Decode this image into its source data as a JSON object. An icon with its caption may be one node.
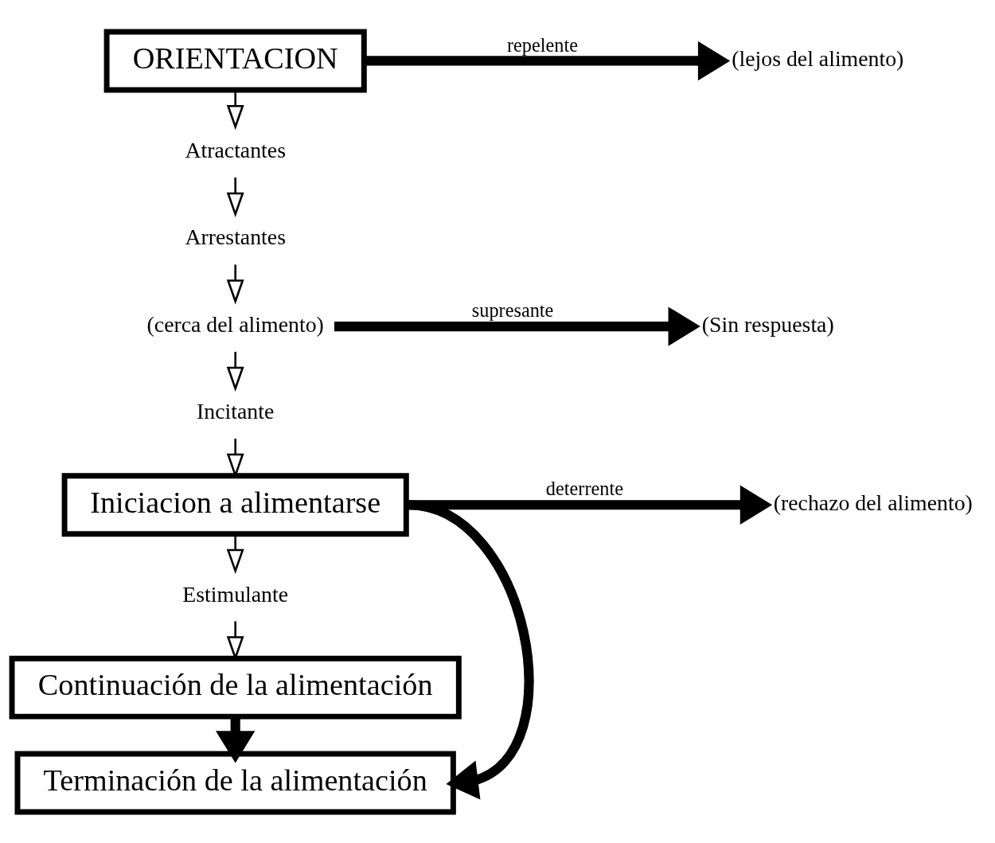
{
  "diagram": {
    "nodes": [
      {
        "text": [
          "ORIENTACION"
        ]
      },
      {
        "text": [
          "(lejos del alimento)"
        ]
      },
      {
        "text": [
          "Atractantes"
        ]
      },
      {
        "text": [
          "Arrestantes"
        ]
      },
      {
        "text": [
          "(cerca del alimento)"
        ]
      },
      {
        "text": [
          "(Sin respuesta)"
        ]
      },
      {
        "text": [
          "Incitante"
        ]
      },
      {
        "text": [
          "Iniciacion a alimentarse"
        ]
      },
      {
        "text": [
          "(rechazo del alimento)"
        ]
      },
      {
        "text": [
          "Estimulante"
        ]
      },
      {
        "text": [
          "Continuación de la alimentación"
        ]
      },
      {
        "text": [
          "Terminación de la alimentación"
        ]
      }
    ],
    "edges": [
      {
        "from": 0,
        "to": 1,
        "arrow": "to",
        "label": "repelente",
        "style": "thick"
      },
      {
        "from": 0,
        "to": 2,
        "arrow": "to"
      },
      {
        "from": 2,
        "to": 3,
        "arrow": "to"
      },
      {
        "from": 3,
        "to": 4,
        "arrow": "to"
      },
      {
        "from": 4,
        "to": 5,
        "arrow": "to",
        "label": "supresante",
        "style": "thick"
      },
      {
        "from": 4,
        "to": 6,
        "arrow": "to"
      },
      {
        "from": 6,
        "to": 7,
        "arrow": "to"
      },
      {
        "from": 7,
        "to": 8,
        "arrow": "to",
        "label": "deterrente",
        "style": "thick"
      },
      {
        "from": 7,
        "to": 9,
        "arrow": "to"
      },
      {
        "from": 9,
        "to": 10,
        "arrow": "to"
      },
      {
        "from": 10,
        "to": 11,
        "arrow": "to",
        "style": "thick"
      },
      {
        "from": 7,
        "to": 11,
        "arrow": "to",
        "style": "thick"
      }
    ]
  }
}
